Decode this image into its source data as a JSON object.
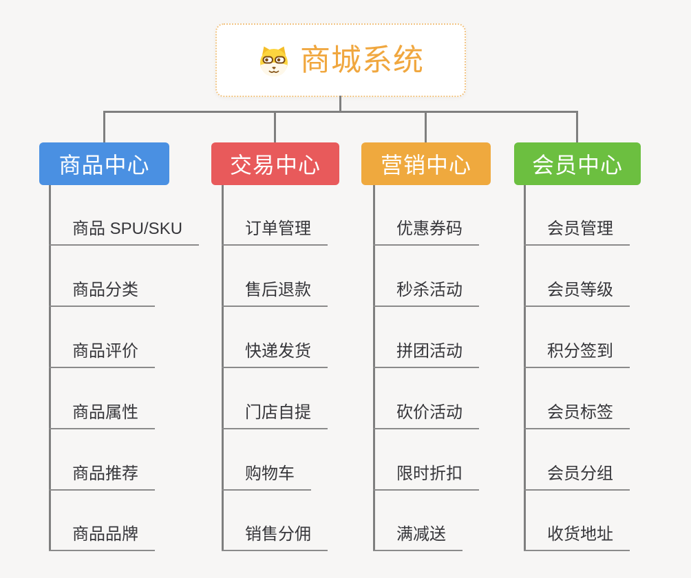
{
  "root": {
    "title": "商城系统",
    "icon": "shiba-dog"
  },
  "columns": [
    {
      "label": "商品中心",
      "color": "#4a90e2",
      "items": [
        "商品 SPU/SKU",
        "商品分类",
        "商品评价",
        "商品属性",
        "商品推荐",
        "商品品牌"
      ]
    },
    {
      "label": "交易中心",
      "color": "#e85a5b",
      "items": [
        "订单管理",
        "售后退款",
        "快递发货",
        "门店自提",
        "购物车",
        "销售分佣"
      ]
    },
    {
      "label": "营销中心",
      "color": "#efa93e",
      "items": [
        "优惠券码",
        "秒杀活动",
        "拼团活动",
        "砍价活动",
        "限时折扣",
        "满减送"
      ]
    },
    {
      "label": "会员中心",
      "color": "#6cbf40",
      "items": [
        "会员管理",
        "会员等级",
        "积分签到",
        "会员标签",
        "会员分组",
        "收货地址"
      ]
    }
  ],
  "colors": {
    "connector": "#7f7f7f",
    "underline": "#8a8a8a",
    "background": "#f7f6f5",
    "root_title": "#f0a73f",
    "root_border": "#f2c482",
    "item_text": "#36363a"
  }
}
